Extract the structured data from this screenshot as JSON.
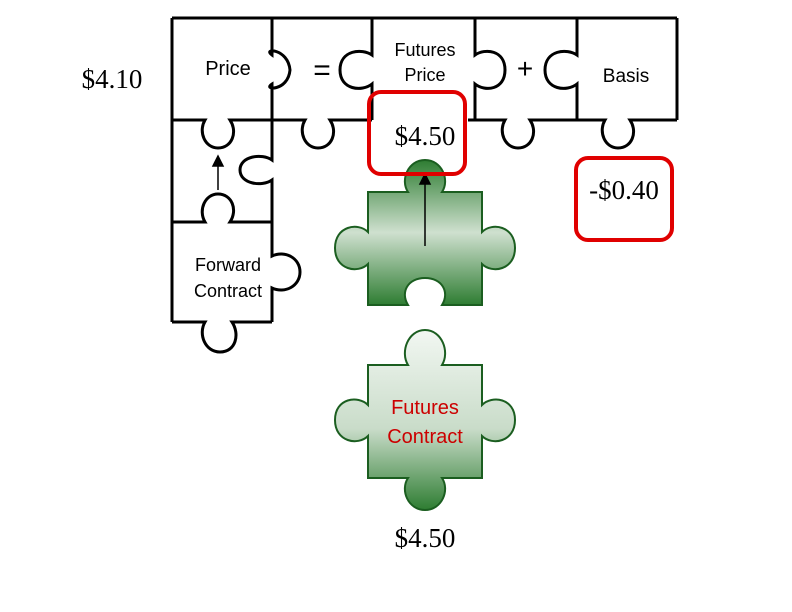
{
  "labels": {
    "spot_price_value": "$4.10",
    "price": "Price",
    "equals": "=",
    "futures_price_line1": "Futures",
    "futures_price_line2": "Price",
    "plus": "+",
    "basis": "Basis",
    "futures_price_value": "$4.50",
    "basis_value": "-$0.40",
    "forward_contract_line1": "Forward",
    "forward_contract_line2": "Contract",
    "futures_contract_line1": "Futures",
    "futures_contract_line2": "Contract",
    "futures_contract_value": "$4.50"
  },
  "colors": {
    "outline": "#000000",
    "highlight_box": "#e00000",
    "piece_dark_green": "#2e7d32",
    "piece_light": "#e6efe6",
    "futures_contract_text": "#cc0000"
  },
  "icons": [
    "up-arrow-icon",
    "up-arrow-icon"
  ]
}
